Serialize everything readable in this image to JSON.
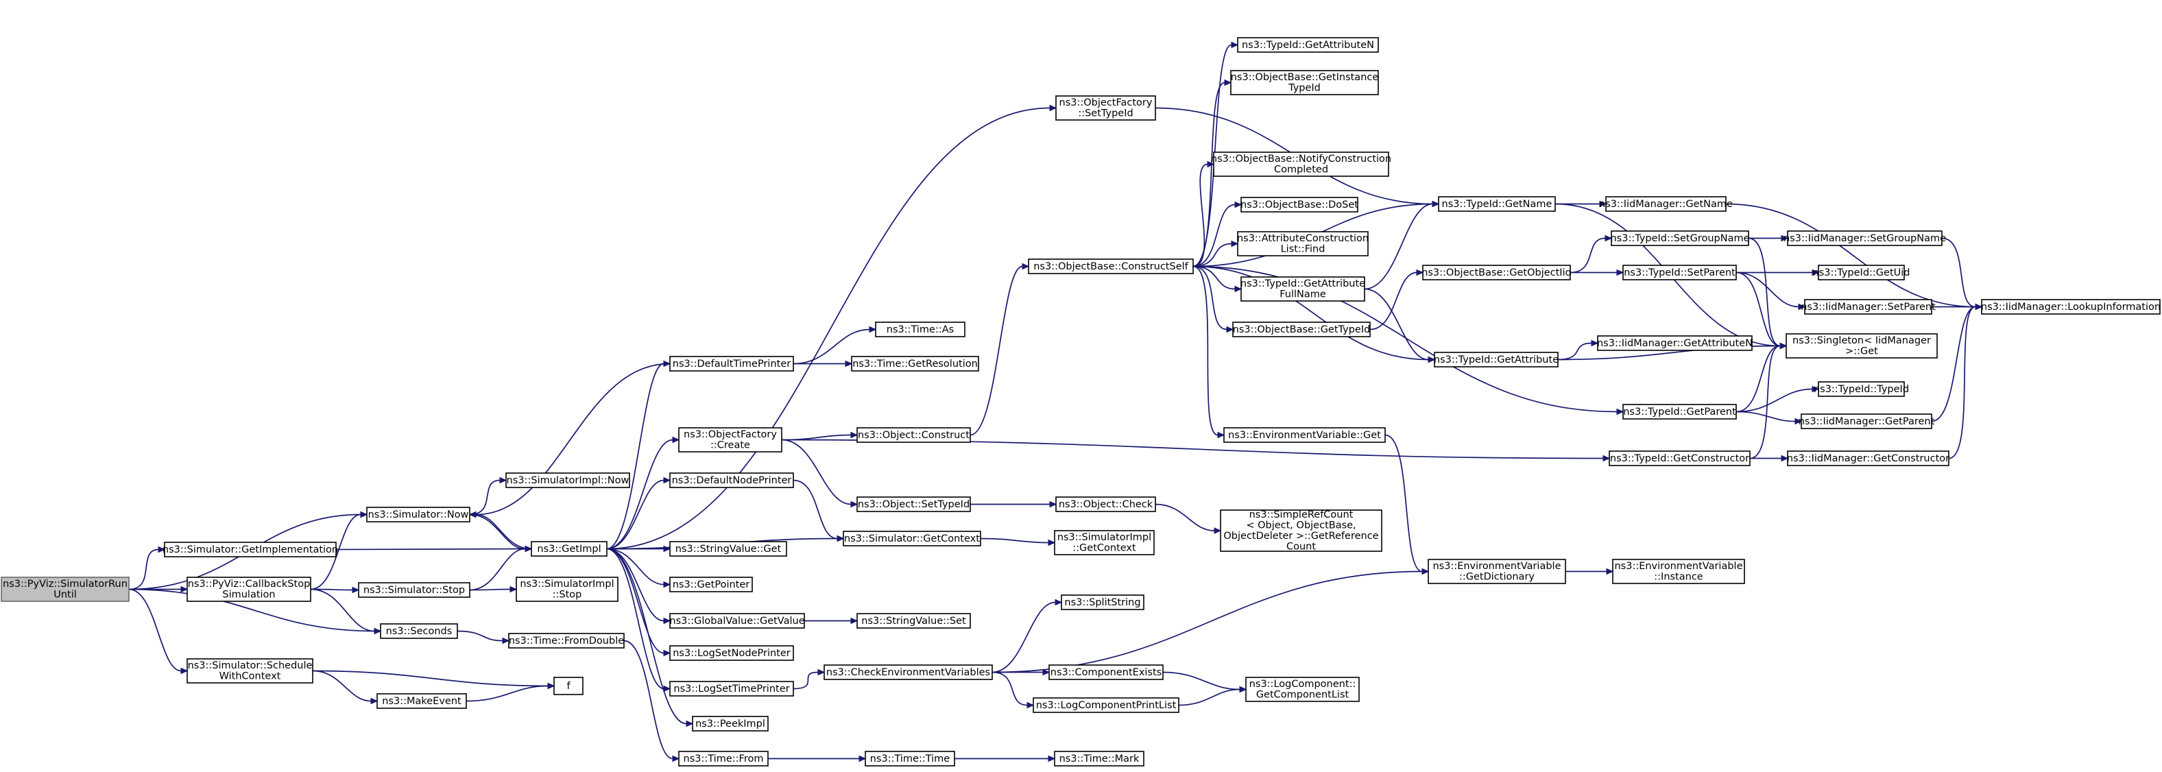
{
  "colors": {
    "edge": "#191970",
    "root_fill": "#bfbfbf",
    "node_fill": "#ffffff",
    "node_stroke": "#000000"
  },
  "nodes": [
    {
      "id": "n0",
      "lines": [
        "ns3::PyViz::SimulatorRun",
        "Until"
      ],
      "root": true
    },
    {
      "id": "n1",
      "lines": [
        "ns3::Simulator::Now"
      ]
    },
    {
      "id": "n2",
      "lines": [
        "ns3::Simulator::GetImplementation"
      ]
    },
    {
      "id": "n3",
      "lines": [
        "ns3::PyViz::CallbackStop",
        "Simulation"
      ]
    },
    {
      "id": "n4",
      "lines": [
        "ns3::Seconds"
      ]
    },
    {
      "id": "n5",
      "lines": [
        "ns3::Simulator::Schedule",
        "WithContext"
      ]
    },
    {
      "id": "n6",
      "lines": [
        "ns3::SimulatorImpl::Now"
      ]
    },
    {
      "id": "n7",
      "lines": [
        "ns3::GetImpl"
      ]
    },
    {
      "id": "n8",
      "lines": [
        "ns3::Simulator::Stop"
      ]
    },
    {
      "id": "n9",
      "lines": [
        "ns3::SimulatorImpl",
        "::Stop"
      ]
    },
    {
      "id": "n10",
      "lines": [
        "ns3::Time::FromDouble"
      ]
    },
    {
      "id": "n11",
      "lines": [
        "f"
      ]
    },
    {
      "id": "n12",
      "lines": [
        "ns3::MakeEvent"
      ]
    },
    {
      "id": "n13",
      "lines": [
        "ns3::DefaultTimePrinter"
      ]
    },
    {
      "id": "n14",
      "lines": [
        "ns3::ObjectFactory",
        "::Create"
      ]
    },
    {
      "id": "n15",
      "lines": [
        "ns3::DefaultNodePrinter"
      ]
    },
    {
      "id": "n16",
      "lines": [
        "ns3::StringValue::Get"
      ]
    },
    {
      "id": "n17",
      "lines": [
        "ns3::GetPointer"
      ]
    },
    {
      "id": "n18",
      "lines": [
        "ns3::GlobalValue::GetValue"
      ]
    },
    {
      "id": "n19",
      "lines": [
        "ns3::LogSetNodePrinter"
      ]
    },
    {
      "id": "n20",
      "lines": [
        "ns3::LogSetTimePrinter"
      ]
    },
    {
      "id": "n21",
      "lines": [
        "ns3::PeekImpl"
      ]
    },
    {
      "id": "n22",
      "lines": [
        "ns3::Time::From"
      ]
    },
    {
      "id": "n23",
      "lines": [
        "ns3::Time::As"
      ]
    },
    {
      "id": "n24",
      "lines": [
        "ns3::Time::GetResolution"
      ]
    },
    {
      "id": "n25",
      "lines": [
        "ns3::Object::Construct"
      ]
    },
    {
      "id": "n26",
      "lines": [
        "ns3::Object::SetTypeId"
      ]
    },
    {
      "id": "n27",
      "lines": [
        "ns3::Simulator::GetContext"
      ]
    },
    {
      "id": "n28",
      "lines": [
        "ns3::StringValue::Set"
      ]
    },
    {
      "id": "n29",
      "lines": [
        "ns3::CheckEnvironmentVariables"
      ]
    },
    {
      "id": "n30",
      "lines": [
        "ns3::Time::Time"
      ]
    },
    {
      "id": "n31",
      "lines": [
        "ns3::ObjectFactory",
        "::SetTypeId"
      ]
    },
    {
      "id": "n32",
      "lines": [
        "ns3::ObjectBase::ConstructSelf"
      ]
    },
    {
      "id": "n33",
      "lines": [
        "ns3::Object::Check"
      ]
    },
    {
      "id": "n34",
      "lines": [
        "ns3::SimulatorImpl",
        "::GetContext"
      ]
    },
    {
      "id": "n35",
      "lines": [
        "ns3::SplitString"
      ]
    },
    {
      "id": "n36",
      "lines": [
        "ns3::ComponentExists"
      ]
    },
    {
      "id": "n37",
      "lines": [
        "ns3::LogComponentPrintList"
      ]
    },
    {
      "id": "n38",
      "lines": [
        "ns3::Time::Mark"
      ]
    },
    {
      "id": "n39",
      "lines": [
        "ns3::TypeId::GetAttributeN"
      ]
    },
    {
      "id": "n40",
      "lines": [
        "ns3::ObjectBase::GetInstance",
        "TypeId"
      ]
    },
    {
      "id": "n41",
      "lines": [
        "ns3::ObjectBase::NotifyConstruction",
        "Completed"
      ]
    },
    {
      "id": "n42",
      "lines": [
        "ns3::ObjectBase::DoSet"
      ]
    },
    {
      "id": "n43",
      "lines": [
        "ns3::AttributeConstruction",
        "List::Find"
      ]
    },
    {
      "id": "n44",
      "lines": [
        "ns3::TypeId::GetAttribute",
        "FullName"
      ]
    },
    {
      "id": "n45",
      "lines": [
        "ns3::ObjectBase::GetTypeId"
      ]
    },
    {
      "id": "n46",
      "lines": [
        "ns3::EnvironmentVariable::Get"
      ]
    },
    {
      "id": "n47",
      "lines": [
        "ns3::SimpleRefCount",
        "< Object, ObjectBase,",
        "ObjectDeleter >::GetReference",
        "Count"
      ]
    },
    {
      "id": "n48",
      "lines": [
        "ns3::LogComponent::",
        "GetComponentList"
      ]
    },
    {
      "id": "n49",
      "lines": [
        "ns3::TypeId::GetName"
      ]
    },
    {
      "id": "n50",
      "lines": [
        "ns3::ObjectBase::GetObjectIid"
      ]
    },
    {
      "id": "n51",
      "lines": [
        "ns3::TypeId::GetAttribute"
      ]
    },
    {
      "id": "n52",
      "lines": [
        "ns3::EnvironmentVariable",
        "::GetDictionary"
      ]
    },
    {
      "id": "n53",
      "lines": [
        "ns3::IidManager::GetName"
      ]
    },
    {
      "id": "n54",
      "lines": [
        "ns3::TypeId::SetGroupName"
      ]
    },
    {
      "id": "n55",
      "lines": [
        "ns3::TypeId::SetParent"
      ]
    },
    {
      "id": "n56",
      "lines": [
        "ns3::IidManager::GetAttributeN"
      ]
    },
    {
      "id": "n57",
      "lines": [
        "ns3::TypeId::GetParent"
      ]
    },
    {
      "id": "n58",
      "lines": [
        "ns3::TypeId::GetConstructor"
      ]
    },
    {
      "id": "n59",
      "lines": [
        "ns3::EnvironmentVariable",
        "::Instance"
      ]
    },
    {
      "id": "n60",
      "lines": [
        "ns3::IidManager::SetGroupName"
      ]
    },
    {
      "id": "n61",
      "lines": [
        "ns3::TypeId::GetUid"
      ]
    },
    {
      "id": "n62",
      "lines": [
        "ns3::IidManager::SetParent"
      ]
    },
    {
      "id": "n63",
      "lines": [
        "ns3::Singleton< IidManager",
        ">::Get"
      ]
    },
    {
      "id": "n64",
      "lines": [
        "ns3::TypeId::TypeId"
      ]
    },
    {
      "id": "n65",
      "lines": [
        "ns3::IidManager::GetParent"
      ]
    },
    {
      "id": "n66",
      "lines": [
        "ns3::IidManager::GetConstructor"
      ]
    },
    {
      "id": "n67",
      "lines": [
        "ns3::IidManager::LookupInformation"
      ]
    }
  ],
  "edges": [
    [
      "n0",
      "n1"
    ],
    [
      "n0",
      "n2"
    ],
    [
      "n0",
      "n3"
    ],
    [
      "n0",
      "n4"
    ],
    [
      "n0",
      "n5"
    ],
    [
      "n1",
      "n6"
    ],
    [
      "n1",
      "n7"
    ],
    [
      "n2",
      "n7"
    ],
    [
      "n3",
      "n1"
    ],
    [
      "n3",
      "n8"
    ],
    [
      "n3",
      "n4"
    ],
    [
      "n4",
      "n10"
    ],
    [
      "n5",
      "n11"
    ],
    [
      "n5",
      "n12"
    ],
    [
      "n12",
      "n11"
    ],
    [
      "n7",
      "n1"
    ],
    [
      "n7",
      "n13"
    ],
    [
      "n7",
      "n14"
    ],
    [
      "n7",
      "n15"
    ],
    [
      "n7",
      "n16"
    ],
    [
      "n7",
      "n17"
    ],
    [
      "n7",
      "n18"
    ],
    [
      "n7",
      "n19"
    ],
    [
      "n7",
      "n20"
    ],
    [
      "n7",
      "n21"
    ],
    [
      "n7",
      "n27"
    ],
    [
      "n7",
      "n31"
    ],
    [
      "n8",
      "n7"
    ],
    [
      "n8",
      "n9"
    ],
    [
      "n10",
      "n22"
    ],
    [
      "n13",
      "n1"
    ],
    [
      "n13",
      "n23"
    ],
    [
      "n13",
      "n24"
    ],
    [
      "n14",
      "n25"
    ],
    [
      "n14",
      "n26"
    ],
    [
      "n14",
      "n58"
    ],
    [
      "n15",
      "n27"
    ],
    [
      "n18",
      "n28"
    ],
    [
      "n20",
      "n29"
    ],
    [
      "n22",
      "n30"
    ],
    [
      "n30",
      "n38"
    ],
    [
      "n25",
      "n32"
    ],
    [
      "n26",
      "n33"
    ],
    [
      "n33",
      "n47"
    ],
    [
      "n27",
      "n34"
    ],
    [
      "n29",
      "n35"
    ],
    [
      "n29",
      "n36"
    ],
    [
      "n29",
      "n37"
    ],
    [
      "n29",
      "n52"
    ],
    [
      "n36",
      "n48"
    ],
    [
      "n37",
      "n48"
    ],
    [
      "n31",
      "n49"
    ],
    [
      "n32",
      "n39"
    ],
    [
      "n32",
      "n40"
    ],
    [
      "n32",
      "n41"
    ],
    [
      "n32",
      "n42"
    ],
    [
      "n32",
      "n43"
    ],
    [
      "n32",
      "n44"
    ],
    [
      "n32",
      "n45"
    ],
    [
      "n32",
      "n46"
    ],
    [
      "n32",
      "n49"
    ],
    [
      "n32",
      "n51"
    ],
    [
      "n32",
      "n57"
    ],
    [
      "n44",
      "n49"
    ],
    [
      "n44",
      "n51"
    ],
    [
      "n45",
      "n50"
    ],
    [
      "n46",
      "n52"
    ],
    [
      "n52",
      "n59"
    ],
    [
      "n49",
      "n53"
    ],
    [
      "n49",
      "n63"
    ],
    [
      "n50",
      "n54"
    ],
    [
      "n50",
      "n55"
    ],
    [
      "n51",
      "n56"
    ],
    [
      "n51",
      "n63"
    ],
    [
      "n54",
      "n60"
    ],
    [
      "n54",
      "n63"
    ],
    [
      "n55",
      "n61"
    ],
    [
      "n55",
      "n62"
    ],
    [
      "n55",
      "n63"
    ],
    [
      "n57",
      "n64"
    ],
    [
      "n57",
      "n65"
    ],
    [
      "n57",
      "n63"
    ],
    [
      "n58",
      "n66"
    ],
    [
      "n58",
      "n63"
    ],
    [
      "n53",
      "n67"
    ],
    [
      "n60",
      "n67"
    ],
    [
      "n62",
      "n67"
    ],
    [
      "n65",
      "n67"
    ],
    [
      "n66",
      "n67"
    ]
  ]
}
